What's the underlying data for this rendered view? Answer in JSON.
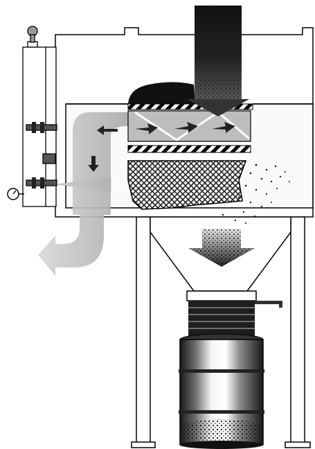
{
  "diagram": {
    "subject": "dust-collector-cutaway",
    "colors": {
      "outline": "#000000",
      "housing_fill": "#ffffff",
      "airflow": "#bdbdbd",
      "mesh": "#2b2b2b",
      "dust": "#1a1a1a",
      "drum_shade": "#7a7a7a"
    },
    "parts": [
      "housing",
      "control-panel",
      "pressure-gauge-icon",
      "air-inlet-duct",
      "upper-filter-stage",
      "lower-mesh-filter",
      "collection-hopper",
      "flex-connector",
      "collection-drum",
      "support-legs"
    ]
  }
}
